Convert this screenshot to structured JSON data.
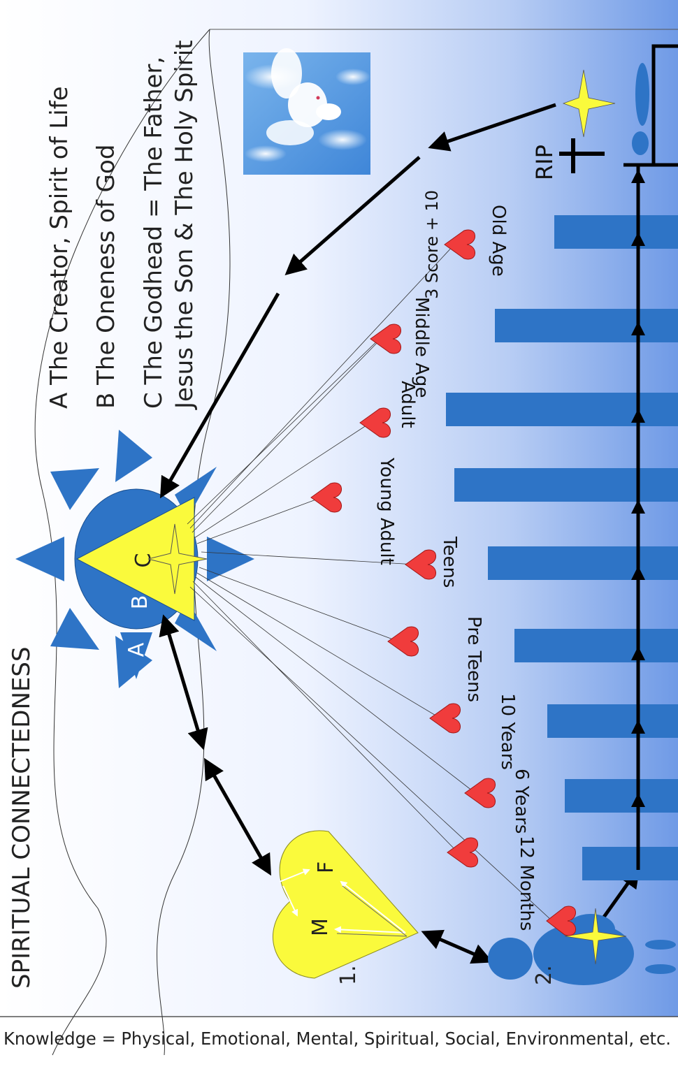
{
  "title": "SPIRITUAL CONNECTEDNESS",
  "key": {
    "a": "A  The Creator, Spirit of Life",
    "b": "B  The Oneness of God",
    "c1": "C  The Godhead = The Father,",
    "c2": "Jesus the Son & The Holy Spirit"
  },
  "circle_labels": {
    "a": "A",
    "b": "B",
    "c": "C"
  },
  "heart_labels": {
    "m": "M",
    "f": "F"
  },
  "diagram_numbers": {
    "one": "1.",
    "two": "2."
  },
  "lifespan_note": "3 Score + 10",
  "rip_label": "RIP",
  "stages": [
    "12 Months",
    "6 Years",
    "10 Years",
    "Pre Teens",
    "Teens",
    "Young Adult",
    "Adult",
    "Middle Age",
    "Old Age"
  ],
  "footer": "Knowledge = Physical, Emotional, Mental, Spiritual, Social, Environmental, etc.",
  "colors": {
    "blue": "#2e74c6",
    "yellow": "#fafa3c",
    "heart_red": "#f03c3c",
    "gradient_top": "#ffffff",
    "gradient_bottom": "#2f6fd0",
    "sky": "#5aa0e0"
  },
  "icons": [
    "dove-image",
    "cross-icon",
    "star-icon",
    "heart-icon",
    "grave-icon"
  ]
}
